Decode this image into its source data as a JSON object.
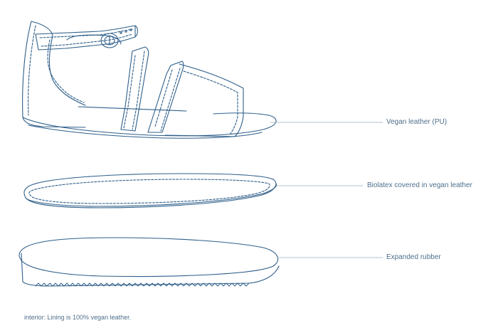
{
  "labels": {
    "upper": "Vegan leather (PU)",
    "insole": "Biolatex covered in vegan leather",
    "outsole": "Expanded rubber"
  },
  "footnote": "interior: Lining is 100% vegan leather.",
  "colors": {
    "line": "#2f5f8a",
    "leader": "#9aaebd",
    "text": "#4f6f8a"
  }
}
